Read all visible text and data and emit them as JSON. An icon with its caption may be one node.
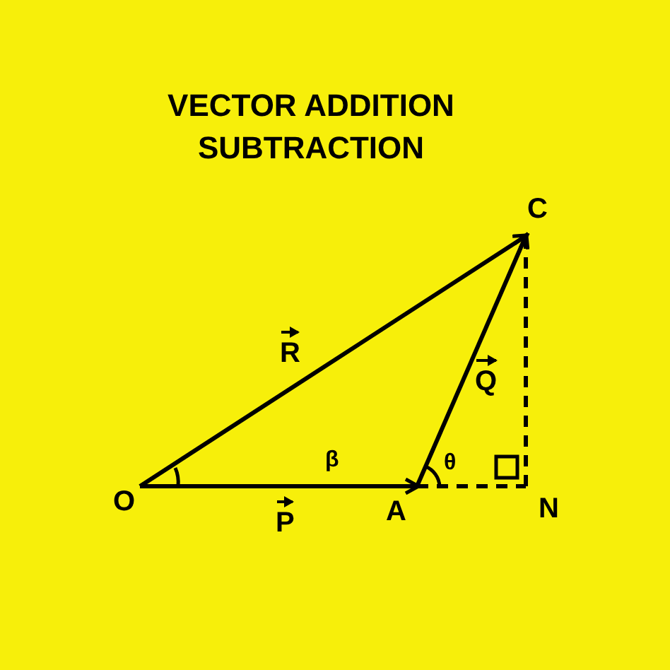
{
  "diagram": {
    "title": "VECTOR ADDITION SUBTRACTION",
    "nodes": [
      {
        "text": [
          "O"
        ]
      },
      {
        "text": [
          "A"
        ]
      },
      {
        "text": [
          "C"
        ]
      },
      {
        "text": [
          "N"
        ]
      }
    ],
    "edges": [
      {
        "from": 0,
        "to": 1,
        "arrow": "to",
        "label": "P"
      },
      {
        "from": 1,
        "to": 2,
        "arrow": "to",
        "label": "Q"
      },
      {
        "from": 0,
        "to": 2,
        "arrow": "to",
        "label": "R"
      },
      {
        "from": 1,
        "to": 3,
        "arrow": "none",
        "style": "dashed"
      },
      {
        "from": 3,
        "to": 2,
        "arrow": "none",
        "style": "dashed"
      }
    ],
    "labels": [
      "β",
      "θ"
    ]
  }
}
